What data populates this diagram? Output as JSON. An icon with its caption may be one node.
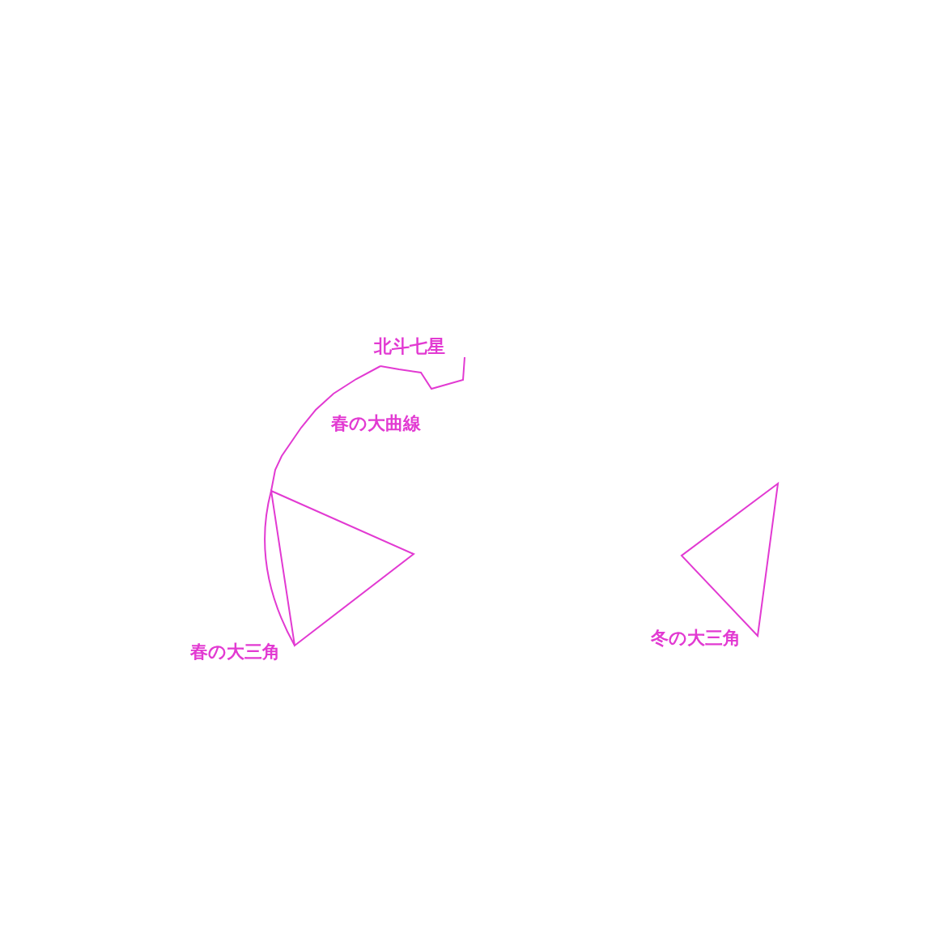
{
  "diagram": {
    "labels": [
      "北斗七星",
      "春の大曲線",
      "冬の大三角",
      "春の大三角"
    ]
  }
}
